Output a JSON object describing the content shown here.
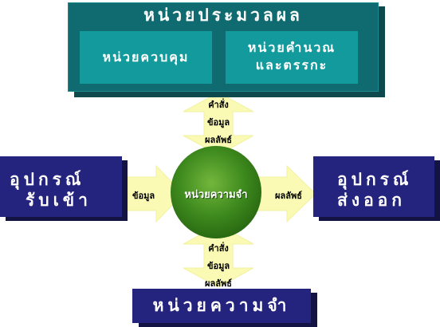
{
  "cpu": {
    "title": "หน่วยประมวลผล",
    "control_unit": "หน่วยควบคุม",
    "alu_line1": "หน่วยคำนวณ",
    "alu_line2": "และตรรกะ"
  },
  "input": {
    "line1": "อุปกรณ์",
    "line2": "รับเข้า"
  },
  "output": {
    "line1": "อุปกรณ์",
    "line2": "ส่งออก"
  },
  "memory": {
    "center_label": "หน่วยความจำ",
    "bottom_label": "หน่วยความจำ"
  },
  "arrows": {
    "top": [
      "คำสั่ง",
      "ข้อมูล",
      "ผลลัพธ์"
    ],
    "bottom": [
      "คำสั่ง",
      "ข้อมูล",
      "ผลลัพธ์"
    ],
    "left": "ข้อมูล",
    "right": "ผลลัพธ์"
  },
  "colors": {
    "cpu": "#0f6b70",
    "cpu_units": "#139a9c",
    "devices": "#24247e",
    "arrows": "#fafab4",
    "memory_circle": "#3e8a1e"
  }
}
